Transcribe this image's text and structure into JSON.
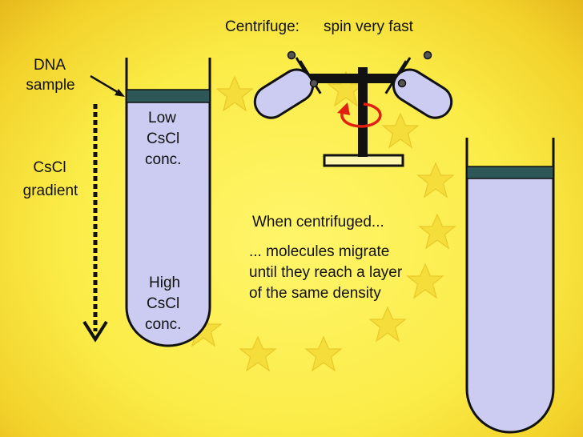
{
  "labels": {
    "dna": "DNA",
    "sample": "sample",
    "cscl": "CsCl",
    "gradient": "gradient",
    "low_line1": "Low",
    "low_line2": "CsCl",
    "low_line3": "conc.",
    "high_line1": "High",
    "high_line2": "CsCl",
    "high_line3": "conc.",
    "centrifuge": "Centrifuge:",
    "spin": "spin very fast",
    "when_centrifuged": "When centrifuged...",
    "migrate_line1": "... molecules migrate",
    "migrate_line2": "until they reach a layer",
    "migrate_line3": "of the same density"
  },
  "colors": {
    "background": "#fbec48",
    "star": "#f5de3c",
    "tube_fill": "#ccccf2",
    "dna_band": "#2e5858",
    "centrifuge_arm": "#111111",
    "rotation_arrow": "#e02010"
  }
}
